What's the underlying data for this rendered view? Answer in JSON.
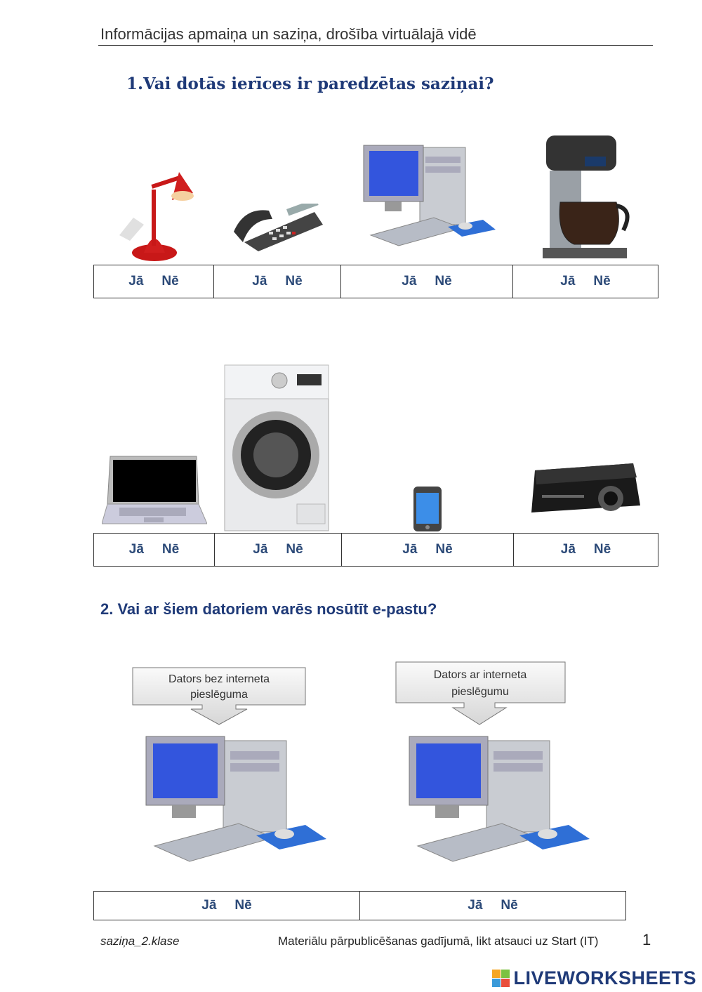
{
  "header": {
    "title": "Informācijas apmaiņa un saziņa, drošība virtuālajā vidē"
  },
  "question1": {
    "title": "1.Vai dotās ierīces ir paredzētas saziņai?"
  },
  "answer": {
    "yes": "Jā",
    "no": "Nē"
  },
  "question2": {
    "title": "2. Vai ar šiem datoriem varēs nosūtīt e-pastu?",
    "callout_left": {
      "line1": "Dators bez interneta",
      "line2": "pieslēguma"
    },
    "callout_right": {
      "line1": "Dators ar interneta",
      "line2": "pieslēgumu"
    }
  },
  "footer": {
    "left": "saziņa_2.klase",
    "middle": "Materiālu pārpublicēšanas gadījumā, likt atsauci uz Start (IT)",
    "page_number": "1"
  },
  "brand": {
    "name": "LIVEWORKSHEETS"
  },
  "colors": {
    "heading_blue": "#1f3a78",
    "answer_blue": "#2c4a78"
  }
}
